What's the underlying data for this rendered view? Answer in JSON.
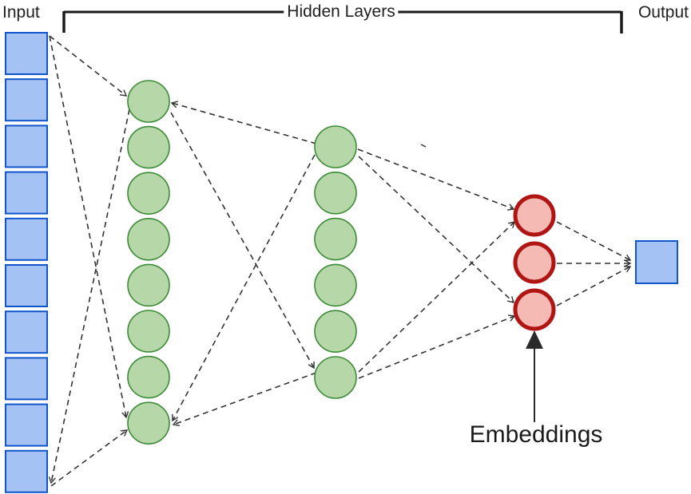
{
  "labels": {
    "input": "Input",
    "hidden_layers": "Hidden Layers",
    "output": "Output",
    "embeddings": "Embeddings"
  },
  "colors": {
    "input_node_fill": "#a4c2f4",
    "input_node_stroke": "#1155cc",
    "hidden_node_fill": "#b6d7a8",
    "hidden_node_stroke": "#3d8b37",
    "embedding_node_fill": "#f5bab4",
    "embedding_node_stroke": "#b01513",
    "output_node_fill": "#a4c2f4",
    "output_node_stroke": "#1155cc",
    "connection_line": "#333333",
    "bracket": "#1a1a1a",
    "pointer_arrow": "#2b2b2b",
    "text": "#212121"
  },
  "diagram": {
    "type": "neural-network-autoencoder",
    "layers": [
      {
        "id": "input",
        "shape": "square",
        "count": 10
      },
      {
        "id": "hidden-1",
        "shape": "circle",
        "count": 8
      },
      {
        "id": "hidden-2",
        "shape": "circle",
        "count": 6
      },
      {
        "id": "embeddings",
        "shape": "circle",
        "count": 3
      },
      {
        "id": "output",
        "shape": "square",
        "count": 1
      }
    ]
  }
}
